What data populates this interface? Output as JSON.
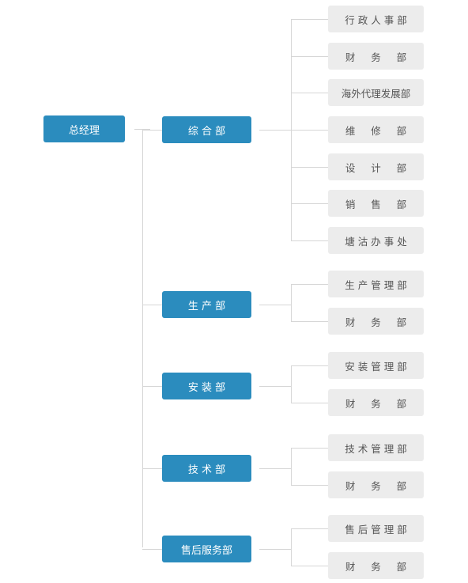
{
  "root": {
    "label": "总经理"
  },
  "departments": [
    {
      "label": "综 合 部",
      "children": [
        "行 政 人 事 部",
        "财     务     部",
        "海外代理发展部",
        "维     修     部",
        "设     计     部",
        "销     售     部",
        "塘 沽 办 事 处"
      ]
    },
    {
      "label": "生 产 部",
      "children": [
        "生 产 管 理 部",
        "财     务     部"
      ]
    },
    {
      "label": "安 装 部",
      "children": [
        "安 装 管 理 部",
        "财     务     部"
      ]
    },
    {
      "label": "技 术 部",
      "children": [
        "技 术 管 理 部",
        "财     务     部"
      ]
    },
    {
      "label": "售后服务部",
      "children": [
        "售 后 管 理 部",
        "财     务     部"
      ]
    }
  ]
}
